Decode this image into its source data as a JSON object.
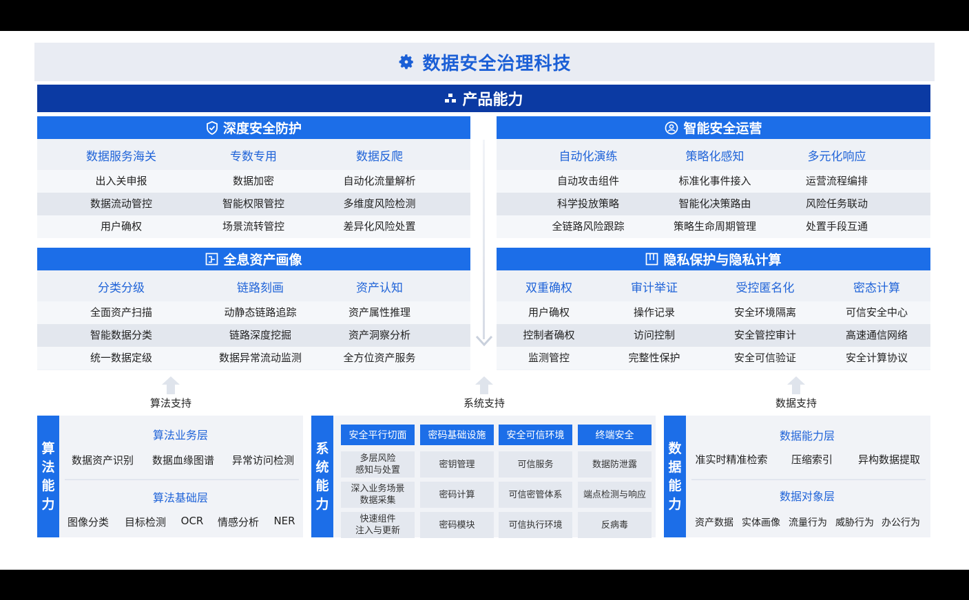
{
  "title": "数据安全治理科技",
  "product_bar": "产品能力",
  "panels": {
    "deep": {
      "title": "深度安全防护",
      "columns": [
        {
          "head": "数据服务海关",
          "items": [
            "出入关申报",
            "数据流动管控",
            "用户确权"
          ]
        },
        {
          "head": "专数专用",
          "items": [
            "数据加密",
            "智能权限管控",
            "场景流转管控"
          ]
        },
        {
          "head": "数据反爬",
          "items": [
            "自动化流量解析",
            "多维度风险检测",
            "差异化风险处置"
          ]
        }
      ]
    },
    "ops": {
      "title": "智能安全运营",
      "columns": [
        {
          "head": "自动化演练",
          "items": [
            "自动攻击组件",
            "科学投放策略",
            "全链路风险跟踪"
          ]
        },
        {
          "head": "策略化感知",
          "items": [
            "标准化事件接入",
            "智能化决策路由",
            "策略生命周期管理"
          ]
        },
        {
          "head": "多元化响应",
          "items": [
            "运营流程编排",
            "风险任务联动",
            "处置手段互通"
          ]
        }
      ]
    },
    "asset": {
      "title": "全息资产画像",
      "columns": [
        {
          "head": "分类分级",
          "items": [
            "全面资产扫描",
            "智能数据分类",
            "统一数据定级"
          ]
        },
        {
          "head": "链路刻画",
          "items": [
            "动静态链路追踪",
            "链路深度挖掘",
            "数据异常流动监测"
          ]
        },
        {
          "head": "资产认知",
          "items": [
            "资产属性推理",
            "资产洞察分析",
            "全方位资产服务"
          ]
        }
      ]
    },
    "privacy": {
      "title": "隐私保护与隐私计算",
      "columns": [
        {
          "head": "双重确权",
          "items": [
            "用户确权",
            "控制者确权",
            "监测管控"
          ]
        },
        {
          "head": "审计举证",
          "items": [
            "操作记录",
            "访问控制",
            "完整性保护"
          ]
        },
        {
          "head": "受控匿名化",
          "items": [
            "安全环境隔离",
            "安全管控审计",
            "安全可信验证"
          ]
        },
        {
          "head": "密态计算",
          "items": [
            "可信安全中心",
            "高速通信网络",
            "安全计算协议"
          ]
        }
      ]
    }
  },
  "support": {
    "algo": "算法支持",
    "system": "系统支持",
    "data": "数据支持"
  },
  "bottom": {
    "algo": {
      "label": [
        "算",
        "法",
        "能",
        "力"
      ],
      "layer1": {
        "head": "算法业务层",
        "items": [
          "数据资产识别",
          "数据血缘图谱",
          "异常访问检测"
        ]
      },
      "layer2": {
        "head": "算法基础层",
        "items": [
          "图像分类",
          "目标检测",
          "OCR",
          "情感分析",
          "NER"
        ]
      }
    },
    "system": {
      "label": [
        "系",
        "统",
        "能",
        "力"
      ],
      "columns": [
        {
          "head": "安全平行切面",
          "items": [
            "多层风险\n感知与处置",
            "深入业务场景\n数据采集",
            "快速组件\n注入与更新"
          ]
        },
        {
          "head": "密码基础设施",
          "items": [
            "密钥管理",
            "密码计算",
            "密码模块"
          ]
        },
        {
          "head": "安全可信环境",
          "items": [
            "可信服务",
            "可信密管体系",
            "可信执行环境"
          ]
        },
        {
          "head": "终端安全",
          "items": [
            "数据防泄露",
            "端点检测与响应",
            "反病毒"
          ]
        }
      ]
    },
    "data": {
      "label": [
        "数",
        "据",
        "能",
        "力"
      ],
      "layer1": {
        "head": "数据能力层",
        "items": [
          "准实时精准检索",
          "压缩索引",
          "异构数据提取"
        ]
      },
      "layer2": {
        "head": "数据对象层",
        "items": [
          "资产数据",
          "实体画像",
          "流量行为",
          "威胁行为",
          "办公行为"
        ]
      }
    }
  },
  "colors": {
    "primary": "#1c6ee8",
    "dark": "#0b3aa3",
    "title": "#1b5fd6"
  }
}
